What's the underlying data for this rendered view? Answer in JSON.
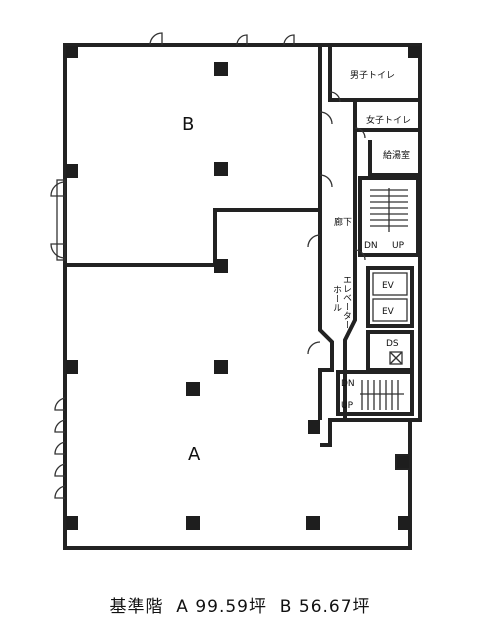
{
  "rooms": {
    "a": "A",
    "b": "B",
    "men_toilet": "男子トイレ",
    "women_toilet": "女子トイレ",
    "kitchenette": "給湯室",
    "corridor": "廊下",
    "elevator_hall_1": "エレベーター",
    "elevator_hall_2": "ホール",
    "ev1": "EV",
    "ev2": "EV",
    "ds": "DS"
  },
  "stairs": {
    "upper_dn": "DN",
    "upper_up": "UP",
    "lower_dn": "DN",
    "lower_up": "UP"
  },
  "caption": {
    "floor_label": "基準階",
    "area_a_label": "A",
    "area_a_value": "99.59",
    "area_b_label": "B",
    "area_b_value": "56.67",
    "unit": "坪"
  }
}
